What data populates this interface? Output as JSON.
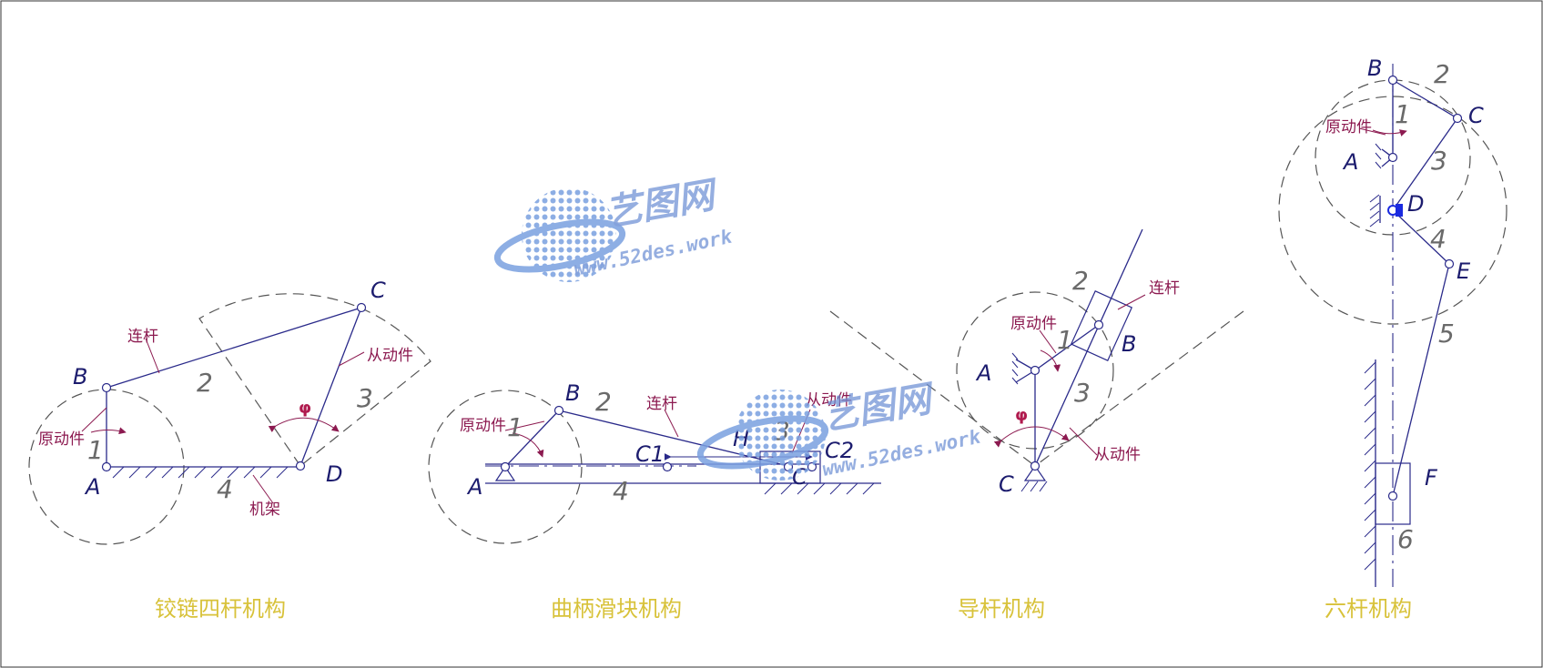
{
  "titles": {
    "fourbar": "铰链四杆机构",
    "slider_crank": "曲柄滑块机构",
    "guide_bar": "导杆机构",
    "six_bar": "六杆机构"
  },
  "fourbar": {
    "points": {
      "A": "A",
      "B": "B",
      "C": "C",
      "D": "D"
    },
    "links": {
      "l1": "1",
      "l2": "2",
      "l3": "3",
      "l4": "4"
    },
    "notes": {
      "coupler": "连杆",
      "driver": "原动件",
      "follower": "从动件",
      "frame": "机架"
    },
    "angle": "φ"
  },
  "slider_crank": {
    "points": {
      "A": "A",
      "B": "B",
      "C": "C",
      "C1": "C1",
      "C2": "C2",
      "H": "H"
    },
    "links": {
      "l1": "1",
      "l2": "2",
      "l3": "3",
      "l4": "4"
    },
    "notes": {
      "driver": "原动件",
      "coupler": "连杆",
      "follower": "从动件"
    }
  },
  "guide_bar": {
    "points": {
      "A": "A",
      "B": "B",
      "C": "C"
    },
    "links": {
      "l1": "1",
      "l2": "2",
      "l3": "3"
    },
    "notes": {
      "coupler": "连杆",
      "driver": "原动件",
      "follower": "从动件"
    },
    "angle": "φ"
  },
  "six_bar": {
    "points": {
      "A": "A",
      "B": "B",
      "C": "C",
      "D": "D",
      "E": "E",
      "F": "F"
    },
    "links": {
      "l1": "1",
      "l2": "2",
      "l3": "3",
      "l4": "4",
      "l5": "5",
      "l6": "6"
    },
    "notes": {
      "driver": "原动件"
    }
  },
  "watermark": {
    "brand": "艺图网",
    "url": "www.52des.work"
  },
  "colors": {
    "link": "#2a2a8a",
    "annotation": "#8c1a50",
    "title": "#d8c23a",
    "watermark": "#6d8fd4"
  }
}
